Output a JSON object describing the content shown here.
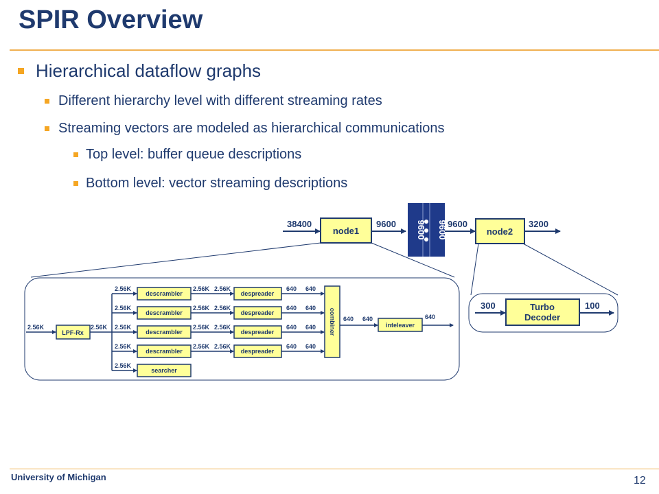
{
  "slide": {
    "title": "SPIR Overview",
    "bullets": {
      "level1": "Hierarchical dataflow graphs",
      "b1": "Different hierarchy level with different streaming rates",
      "b2": "Streaming vectors are modeled as hierarchical communications",
      "b2a": "Top level: buffer queue descriptions",
      "b2b": "Bottom level: vector streaming descriptions"
    },
    "footer": {
      "org": "University of Michigan",
      "page": "12"
    }
  },
  "colors": {
    "title": "#1f3a6e",
    "accent": "#f5a623",
    "node_fill": "#ffff99",
    "buffer": "#1f3a8a",
    "edge": "#1f3a6e"
  },
  "diagram": {
    "top": {
      "node1": "node1",
      "node2": "node2",
      "in_rate": "38400",
      "node1_out": "9600",
      "buf1": "9600",
      "buf2": "9600",
      "node2_in": "9600",
      "out_rate": "3200"
    },
    "turbo": {
      "line1": "Turbo",
      "line2": "Decoder",
      "in": "300",
      "out": "100"
    },
    "sub": {
      "in_rate": "2.56K",
      "lpf": "LPF-Rx",
      "lpf_out1": "2.56K",
      "lpf_out2": "2.56K",
      "descrambler": "descrambler",
      "despreader": "despreader",
      "searcher": "searcher",
      "combiner": "combiner",
      "interleaver": "inteleaver",
      "r256": "2.56K",
      "r640": "640"
    }
  }
}
